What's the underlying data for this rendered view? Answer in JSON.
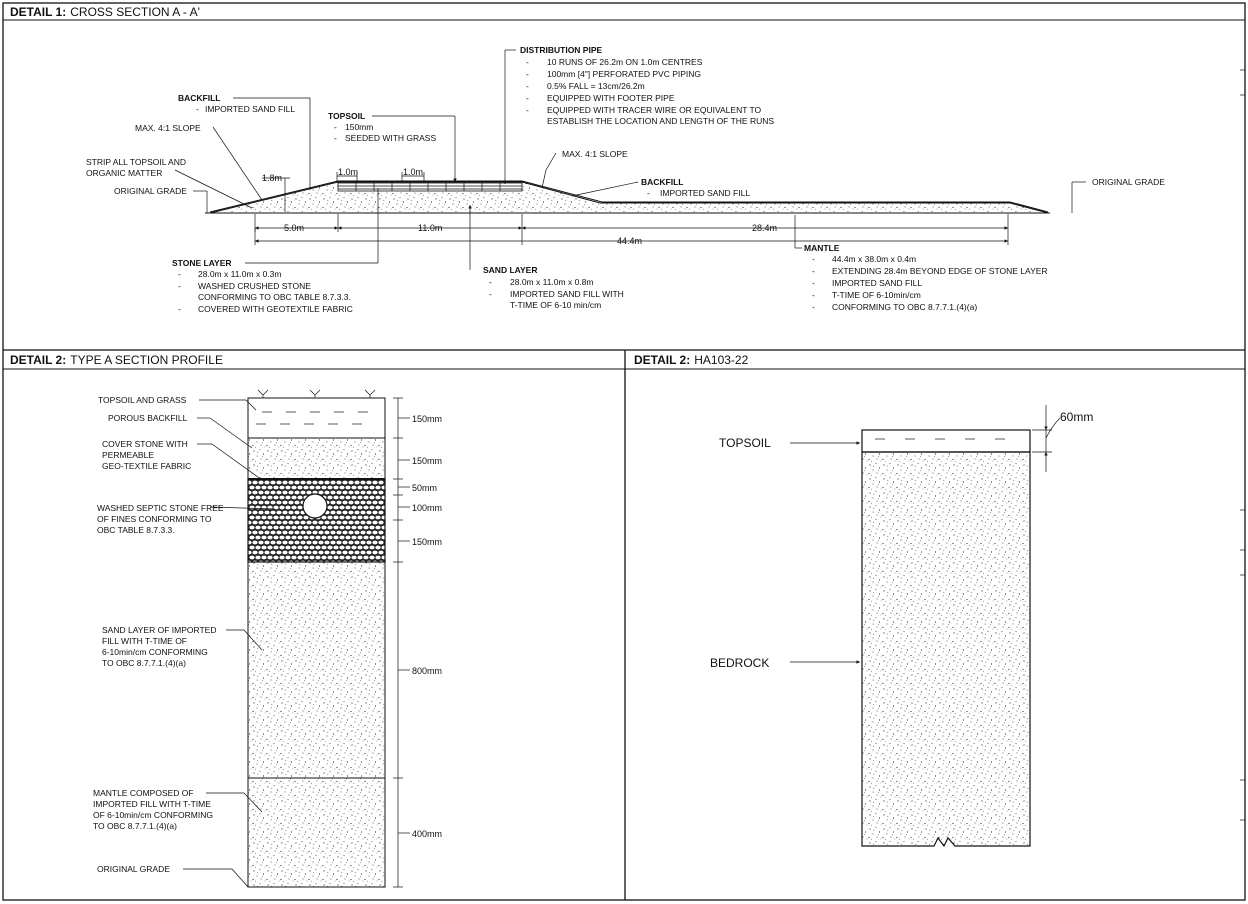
{
  "colors": {
    "ink": "#111111",
    "paper": "#ffffff"
  },
  "detail1": {
    "title_bold": "DETAIL 1:",
    "title": "CROSS SECTION A - A'",
    "distribution_pipe": {
      "label": "DISTRIBUTION PIPE",
      "notes": [
        "10 RUNS OF 26.2m ON 1.0m CENTRES",
        "100mm [4\"] PERFORATED PVC PIPING",
        "0.5% FALL = 13cm/26.2m",
        "EQUIPPED WITH FOOTER PIPE",
        "EQUIPPED WITH TRACER WIRE OR EQUIVALENT TO",
        "ESTABLISH THE LOCATION AND LENGTH OF THE RUNS"
      ]
    },
    "backfill_left": {
      "label": "BACKFILL",
      "note": "IMPORTED SAND FILL"
    },
    "topsoil": {
      "label": "TOPSOIL",
      "notes": [
        "150mm",
        "SEEDED WITH GRASS"
      ]
    },
    "max_slope_left": "MAX. 4:1 SLOPE",
    "max_slope_right": "MAX. 4:1 SLOPE",
    "strip_topsoil": [
      "STRIP ALL TOPSOIL AND",
      "ORGANIC MATTER"
    ],
    "original_grade_left": "ORIGINAL GRADE",
    "original_grade_right": "ORIGINAL GRADE",
    "backfill_right": {
      "label": "BACKFILL",
      "note": "IMPORTED SAND FILL"
    },
    "dims": {
      "d1_8": "1.8m",
      "d1_0a": "1.0m",
      "d1_0b": "1.0m",
      "d5_0": "5.0m",
      "d11_0": "11.0m",
      "d28_4": "28.4m",
      "d44_4": "44.4m"
    },
    "stone_layer": {
      "label": "STONE LAYER",
      "notes": [
        "28.0m x 11.0m x 0.3m",
        "WASHED CRUSHED STONE",
        "CONFORMING TO OBC TABLE 8.7.3.3.",
        "COVERED WITH GEOTEXTILE FABRIC"
      ]
    },
    "sand_layer": {
      "label": "SAND LAYER",
      "notes": [
        "28.0m x 11.0m x 0.8m",
        "IMPORTED SAND FILL WITH",
        "T-TIME OF 6-10 min/cm"
      ]
    },
    "mantle": {
      "label": "MANTLE",
      "notes": [
        "44.4m x 38.0m x 0.4m",
        "EXTENDING 28.4m BEYOND EDGE OF STONE LAYER",
        "IMPORTED SAND FILL",
        "T-TIME OF 6-10min/cm",
        "CONFORMING TO OBC 8.7.7.1.(4)(a)"
      ]
    }
  },
  "detail2": {
    "title_bold": "DETAIL 2:",
    "title": "TYPE A SECTION PROFILE",
    "labels": {
      "topsoil_grass": "TOPSOIL AND GRASS",
      "porous_backfill": "POROUS BACKFILL",
      "cover_stone": [
        "COVER STONE WITH",
        "PERMEABLE",
        "GEO-TEXTILE FABRIC"
      ],
      "washed_stone": [
        "WASHED SEPTIC STONE FREE",
        "OF FINES CONFORMING TO",
        "OBC TABLE 8.7.3.3."
      ],
      "sand_layer": [
        "SAND LAYER OF IMPORTED",
        "FILL WITH T-TIME OF",
        "6-10min/cm CONFORMING",
        "TO OBC 8.7.7.1.(4)(a)"
      ],
      "mantle": [
        "MANTLE COMPOSED OF",
        "IMPORTED FILL WITH T-TIME",
        "OF 6-10min/cm CONFORMING",
        "TO OBC 8.7.7.1.(4)(a)"
      ],
      "original_grade": "ORIGINAL GRADE"
    },
    "dims": [
      "150mm",
      "150mm",
      "50mm",
      "100mm",
      "150mm",
      "800mm",
      "400mm"
    ]
  },
  "detail3": {
    "title_bold": "DETAIL 2:",
    "title": "HA103-22",
    "topsoil": "TOPSOIL",
    "bedrock": "BEDROCK",
    "dim": "60mm"
  }
}
